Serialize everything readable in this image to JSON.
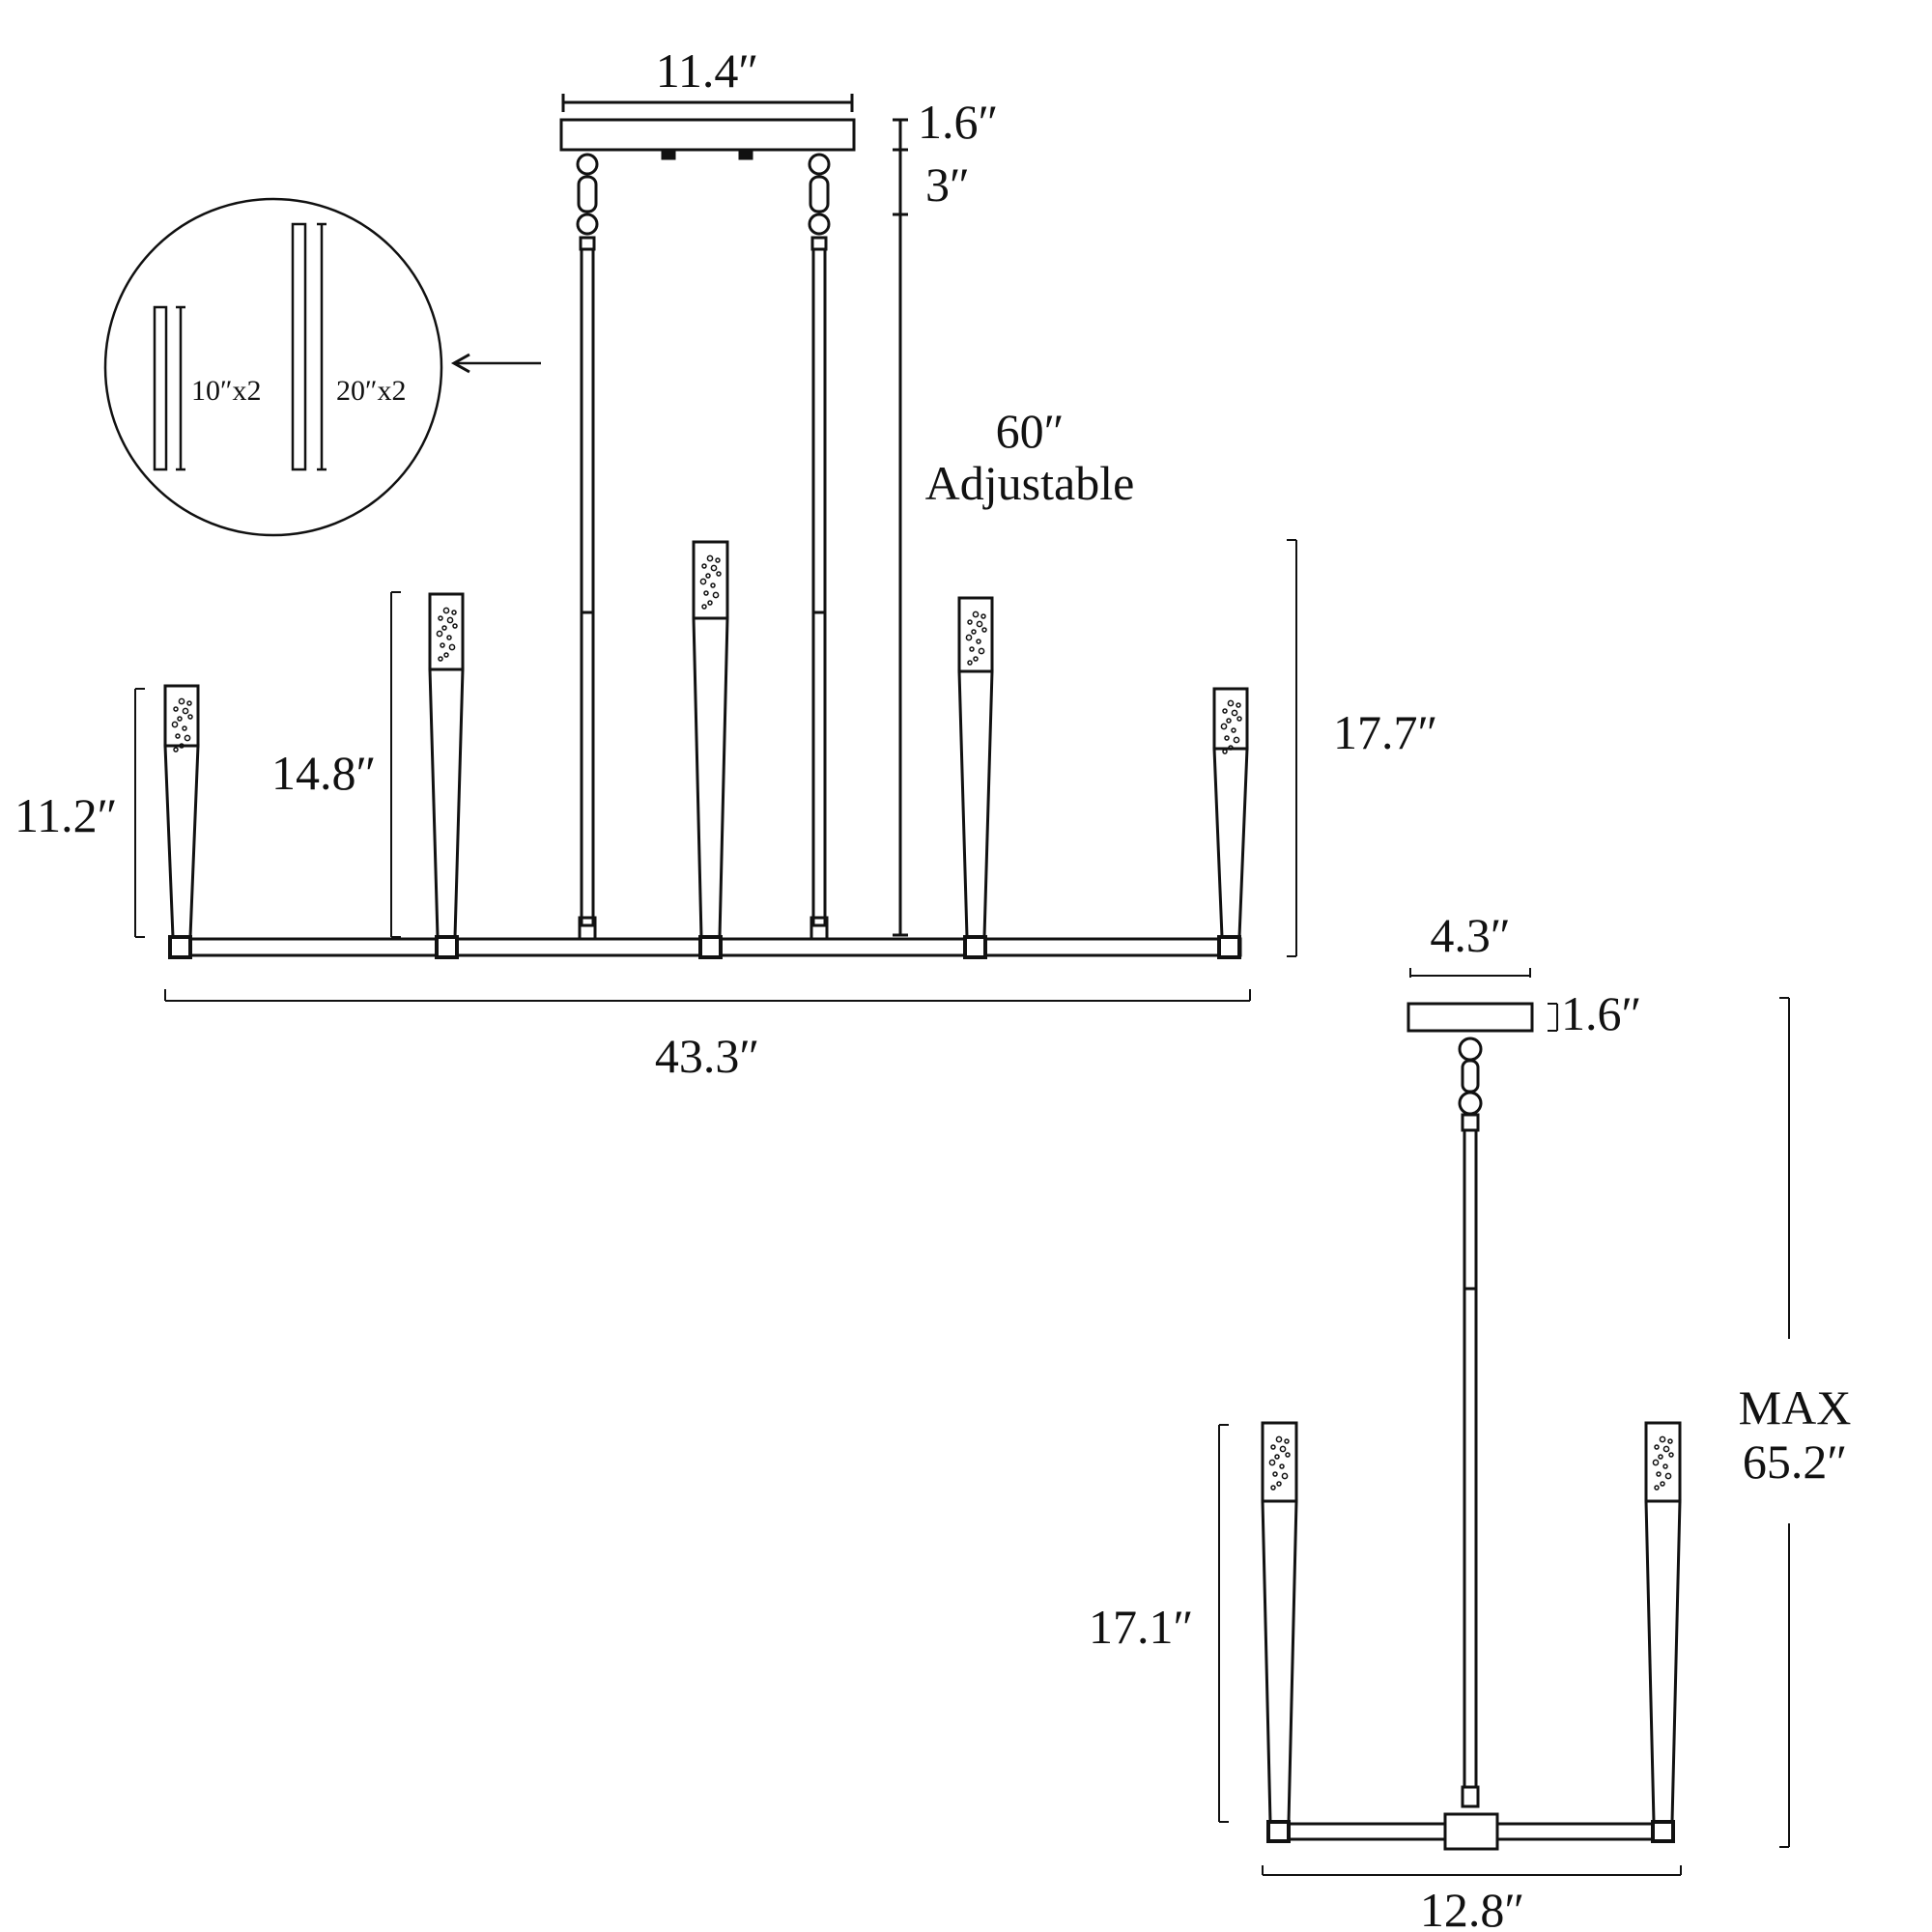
{
  "front_view": {
    "canopy_width": "11.4″",
    "canopy_height": "1.6″",
    "chain_length": "3″",
    "rod_length_line1": "60″",
    "rod_length_line2": "Adjustable",
    "arm_outer_height": "11.2″",
    "arm_mid_height": "14.8″",
    "arm_center_height": "17.7″",
    "overall_width": "43.3″"
  },
  "rod_inset": {
    "short_rods": "10″x2",
    "long_rods": "20″x2"
  },
  "side_view": {
    "canopy_width": "4.3″",
    "canopy_height": "1.6″",
    "max_label": "MAX",
    "max_height": "65.2″",
    "arm_height": "17.1″",
    "base_width": "12.8″"
  },
  "colors": {
    "line": "#111111",
    "background": "#ffffff"
  }
}
